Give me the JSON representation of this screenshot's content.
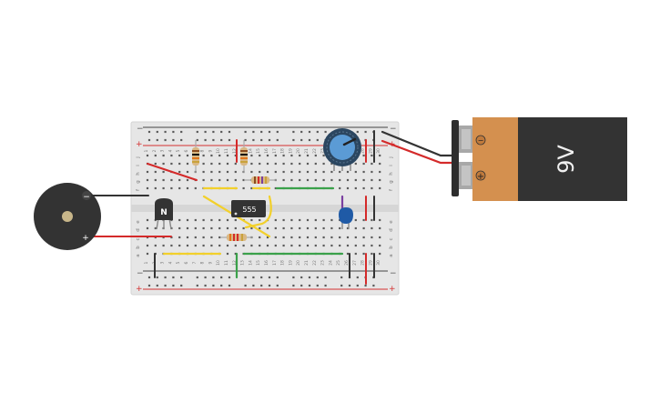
{
  "circuit": {
    "ic": {
      "label": "555"
    },
    "transistor": {
      "label": "N"
    },
    "battery": {
      "voltage_label": "9V",
      "minus_symbol": "−",
      "plus_symbol": "+"
    },
    "buzzer": {
      "minus_symbol": "−",
      "plus_symbol": "+"
    },
    "breadboard": {
      "rail_minus_symbol": "−",
      "rail_plus_symbol": "+",
      "row_letters_top": [
        "j",
        "i",
        "h",
        "g",
        "f"
      ],
      "row_letters_bottom": [
        "e",
        "d",
        "c",
        "b",
        "a"
      ],
      "column_count": 30
    }
  },
  "colors": {
    "board": "#e6e6e6",
    "hole": "#5a5a5a",
    "wire_red": "#d42a2a",
    "wire_black": "#333333",
    "wire_yellow": "#f2d02b",
    "wire_green": "#3aa14a",
    "wire_purple": "#7a3fa0",
    "battery_body": "#333333",
    "battery_cap": "#d4904f",
    "pot_knob": "#5b9bd5",
    "capacitor": "#1f5aa6"
  }
}
